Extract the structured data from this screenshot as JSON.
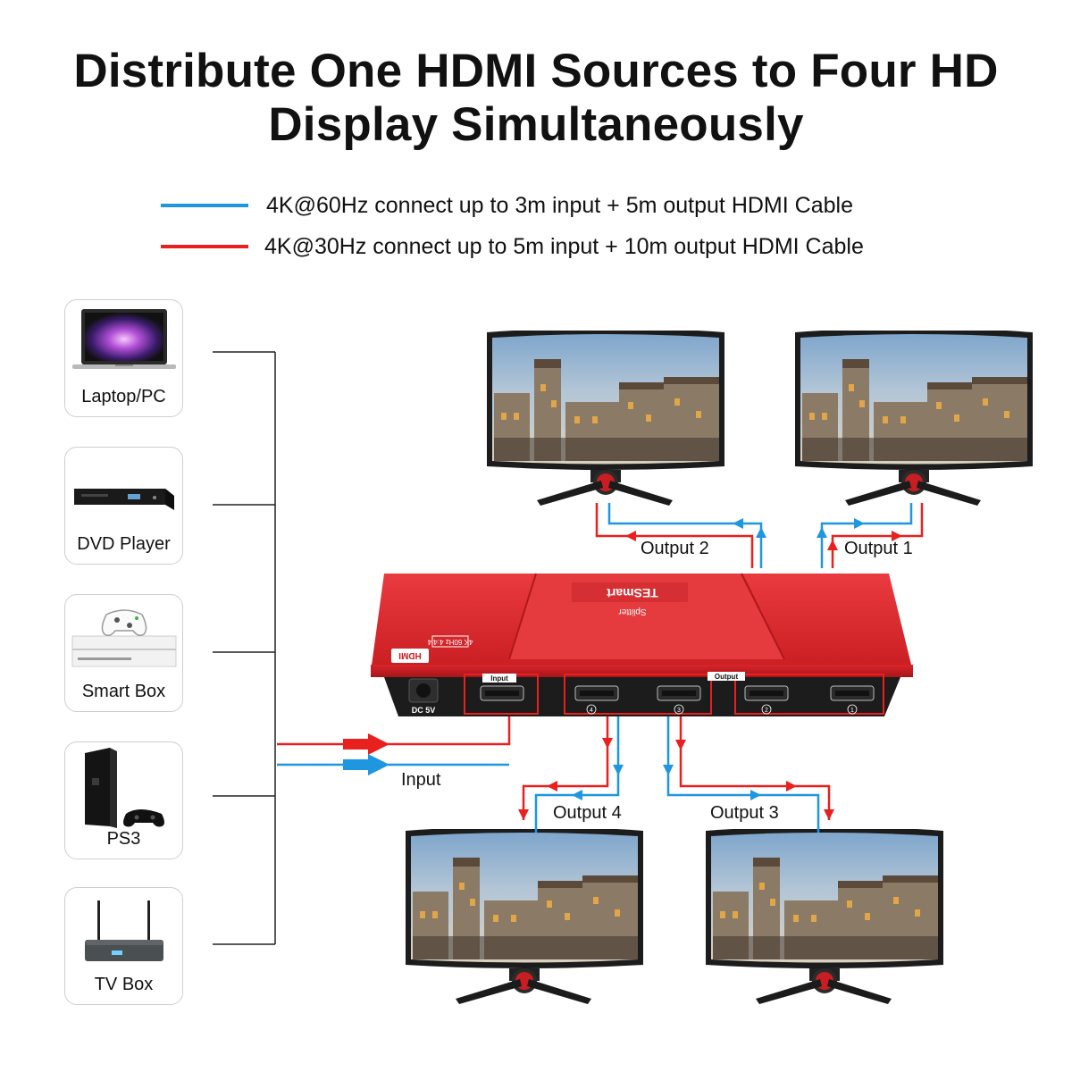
{
  "title": {
    "line1": "Distribute One HDMI Sources to Four HD",
    "line2": "Display Simultaneously"
  },
  "legend": [
    {
      "color": "#1e96e0",
      "text": "4K@60Hz connect up to 3m input + 5m output HDMI Cable"
    },
    {
      "color": "#e8201e",
      "text": "4K@30Hz connect up to 5m input + 10m output HDMI Cable"
    }
  ],
  "sources": [
    {
      "label": "Laptop/PC",
      "icon": "laptop-icon"
    },
    {
      "label": "DVD Player",
      "icon": "dvd-player-icon"
    },
    {
      "label": "Smart Box",
      "icon": "game-console-icon"
    },
    {
      "label": "PS3",
      "icon": "ps3-console-icon"
    },
    {
      "label": "TV Box",
      "icon": "tv-box-icon"
    }
  ],
  "connections": {
    "input": "Input",
    "output_1": "Output 1",
    "output_2": "Output 2",
    "output_3": "Output 3",
    "output_4": "Output 4"
  },
  "splitter": {
    "brand": "TESmart",
    "model": "Splitter",
    "spec": "4K 60Hz 4:4:4",
    "hdmi_logo": "HDMI",
    "dc_label": "DC 5V",
    "input_label": "Input",
    "output_label": "Output",
    "port_numbers": [
      "4",
      "3",
      "2",
      "1"
    ],
    "color": "#d8252b"
  },
  "colors": {
    "blue": "#1e96e0",
    "red": "#e8201e"
  }
}
